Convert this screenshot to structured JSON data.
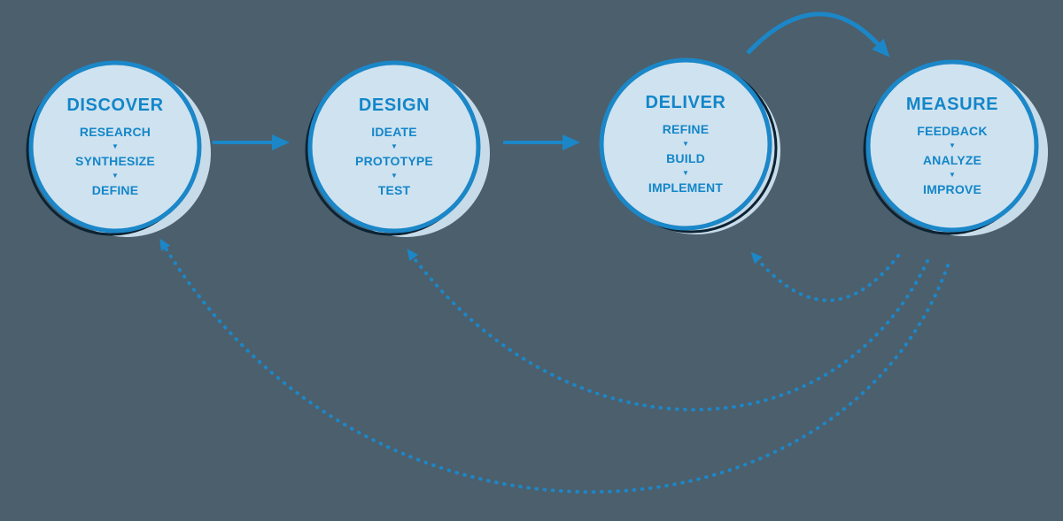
{
  "diagram_title": "design-process-cycle",
  "colors": {
    "background": "#4c5f6c",
    "accent_blue": "#1b87c8",
    "circle_fill": "#cfe2ef",
    "circle_shadow": "#c8dbe8",
    "outline_navy": "#0c2334"
  },
  "icons": {
    "down_triangle": "▼"
  },
  "nodes": [
    {
      "title": "DISCOVER",
      "steps": [
        "RESEARCH",
        "SYNTHESIZE",
        "DEFINE"
      ]
    },
    {
      "title": "DESIGN",
      "steps": [
        "IDEATE",
        "PROTOTYPE",
        "TEST"
      ]
    },
    {
      "title": "DELIVER",
      "steps": [
        "REFINE",
        "BUILD",
        "IMPLEMENT"
      ]
    },
    {
      "title": "MEASURE",
      "steps": [
        "FEEDBACK",
        "ANALYZE",
        "IMPROVE"
      ]
    }
  ],
  "connections": [
    {
      "from": "DISCOVER",
      "to": "DESIGN",
      "style": "solid-straight-arrow"
    },
    {
      "from": "DESIGN",
      "to": "DELIVER",
      "style": "solid-straight-arrow"
    },
    {
      "from": "DELIVER",
      "to": "MEASURE",
      "style": "solid-curved-arrow-over-top"
    },
    {
      "from": "MEASURE",
      "to": "DELIVER",
      "style": "dotted-feedback-curve"
    },
    {
      "from": "MEASURE",
      "to": "DESIGN",
      "style": "dotted-feedback-curve"
    },
    {
      "from": "MEASURE",
      "to": "DISCOVER",
      "style": "dotted-feedback-curve"
    }
  ]
}
